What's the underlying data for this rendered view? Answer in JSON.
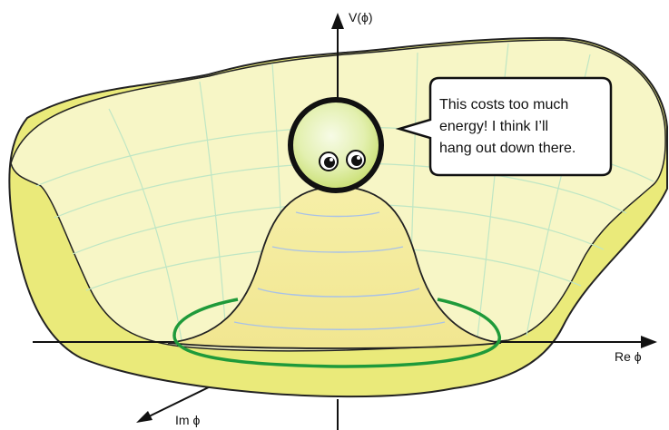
{
  "axes": {
    "vertical_label": "V(ϕ)",
    "real_label": "Re ϕ",
    "imaginary_label": "Im ϕ"
  },
  "speech_bubble": {
    "lines": [
      "This costs too much",
      "energy! I think I’ll",
      "hang out down there."
    ]
  },
  "colors": {
    "bowl_fill": "#f7f6c6",
    "bowl_outer": "#eaea7a",
    "hump_fill": "#f3ea9c",
    "grid_line": "#bfe6c4",
    "contour_line": "#a9c2e6",
    "vacuum_ring": "#1f9a3a",
    "ball_fill": "#d7ea8c",
    "outline": "#222222"
  }
}
